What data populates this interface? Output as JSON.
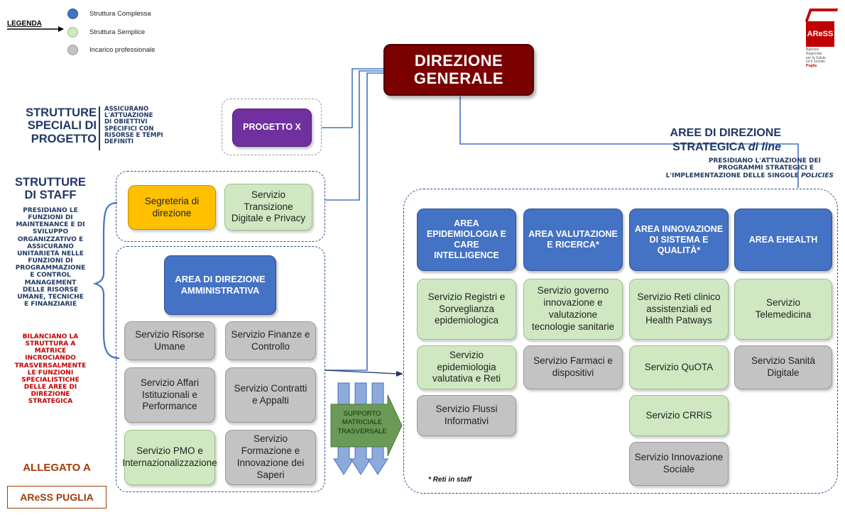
{
  "legend": {
    "label": "LEGENDA",
    "items": [
      {
        "label": "Struttura Complessa",
        "color": "#4472c4"
      },
      {
        "label": "Struttura Semplice",
        "color": "#cfe8c2"
      },
      {
        "label": "Incarico professionale",
        "color": "#c3c3c3"
      }
    ]
  },
  "logo": {
    "mark": "AReSS",
    "subtitle_lines": [
      "Agenzia",
      "Regionale",
      "per la Salute",
      "ed il Sociale"
    ],
    "region": "Puglia"
  },
  "direzione_generale": {
    "line1": "DIREZIONE",
    "line2": "GENERALE"
  },
  "progetto": {
    "heading_lines": [
      "STRUTTURE",
      "SPECIALI DI",
      "PROGETTO"
    ],
    "description_lines": [
      "ASSICURANO",
      "L'ATTUAZIONE",
      "DI OBIETTIVI",
      "SPECIFICI CON",
      "RISORSE E TEMPI",
      "DEFINITI"
    ],
    "box_label": "PROGETTO X"
  },
  "staff": {
    "heading_lines": [
      "STRUTTURE",
      "DI STAFF"
    ],
    "description_lines": [
      "PRESIDIANO LE",
      "FUNZIONI DI",
      "MAINTENANCE E DI",
      "SVILUPPO",
      "ORGANIZZATIVO E",
      "ASSICURANO",
      "UNITARIETÀ NELLE",
      "FUNZIONI DI",
      "PROGRAMMAZIONE",
      "E CONTROL",
      "MANAGEMENT",
      "DELLE RISORSE",
      "UMANE, TECNICHE",
      "E FINANZIARIE"
    ],
    "matrix_lines": [
      "BILANCIANO LA",
      "STRUTTURA A",
      "MATRICE",
      "INCROCIANDO",
      "TRASVERSALMENTE",
      "LE FUNZIONI",
      "SPECIALISTICHE",
      "DELLE AREE DI",
      "DIREZIONE",
      "STRATEGICA"
    ],
    "segreteria": "Segreteria di direzione",
    "transizione": "Servizio Transizione Digitale e Privacy"
  },
  "admin": {
    "area_label": "AREA DI DIREZIONE AMMINISTRATIVA",
    "services": [
      "Servizio Risorse Umane",
      "Servizio Finanze e Controllo",
      "Servizio Affari Istituzionali e Performance",
      "Servizio Contratti e Appalti",
      "Servizio PMO e Internazionalizzazione",
      "Servizio Formazione e Innovazione dei Saperi"
    ]
  },
  "allegato": {
    "title": "ALLEGATO A",
    "badge": "AReSS PUGLIA"
  },
  "supporto": {
    "line1": "SUPPORTO",
    "line2": "MATRICIALE",
    "line3": "TRASVERSALE"
  },
  "strategica": {
    "heading_line1": "AREE DI DIREZIONE",
    "heading_line2_bold": "STRATEGICA ",
    "heading_line2_italic": "di line",
    "sub_line1": "PRESIDIANO L'ATTUAZIONE DEI",
    "sub_line2": "PROGRAMMI STRATEGICI E",
    "sub_line3": "L'IMPLEMENTAZIONE DELLE SINGOLE ",
    "sub_line3_italic": "POLICIES",
    "note": "* Reti in staff",
    "areas": [
      {
        "label": "AREA EPIDEMIOLOGIA E CARE INTELLIGENCE",
        "services": [
          "Servizio Registri e Sorveglianza epidemiologica",
          "Servizio epidemiologia valutativa e Reti",
          "Servizio Flussi Informativi"
        ]
      },
      {
        "label": "AREA VALUTAZIONE E RICERCA*",
        "services": [
          "Servizio governo innovazione e valutazione tecnologie sanitarie",
          "Servizio Farmaci e dispositivi"
        ]
      },
      {
        "label": "AREA INNOVAZIONE DI SISTEMA E QUALITÀ*",
        "services": [
          "Servizio Reti clinico assistenziali ed Health Patways",
          "Servizio QuOTA",
          "Servizio CRRiS",
          "Servizio Innovazione Sociale"
        ]
      },
      {
        "label": "AREA EHEALTH",
        "services": [
          "Servizio Telemedicina",
          "Servizio Sanità Digitale"
        ]
      }
    ]
  }
}
